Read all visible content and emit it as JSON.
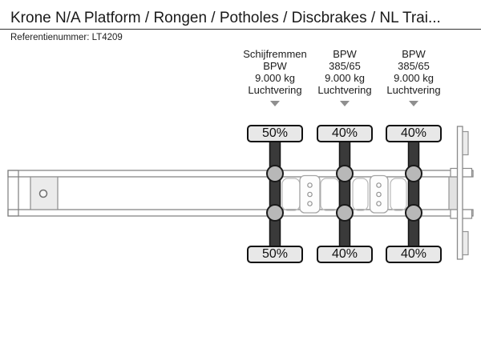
{
  "header": {
    "title": "Krone N/A Platform / Rongen / Potholes / Discbrakes / NL Trai...",
    "reference": "Referentienummer: LT4209"
  },
  "diagram": {
    "type": "trailer-axle-load-top-view",
    "axles": [
      {
        "specs": [
          "Schijfremmen",
          "BPW",
          "9.000 kg",
          "Luchtvering"
        ],
        "load_top": "50%",
        "load_bottom": "50%"
      },
      {
        "specs": [
          "BPW",
          "385/65",
          "9.000 kg",
          "Luchtvering"
        ],
        "load_top": "40%",
        "load_bottom": "40%"
      },
      {
        "specs": [
          "BPW",
          "385/65",
          "9.000 kg",
          "Luchtvering"
        ],
        "load_top": "40%",
        "load_bottom": "40%"
      }
    ]
  },
  "colors": {
    "background": "#ffffff",
    "text": "#1a1a1a",
    "axle_bar": "#3a3a3a",
    "wheel_hub": "#b8b8b8",
    "load_box_fill": "#e8e8e8",
    "load_box_border": "#111111",
    "rail_stroke": "#7d7d7d",
    "panel_stroke": "#b9b9b9",
    "arrow": "#8f8f8f"
  }
}
